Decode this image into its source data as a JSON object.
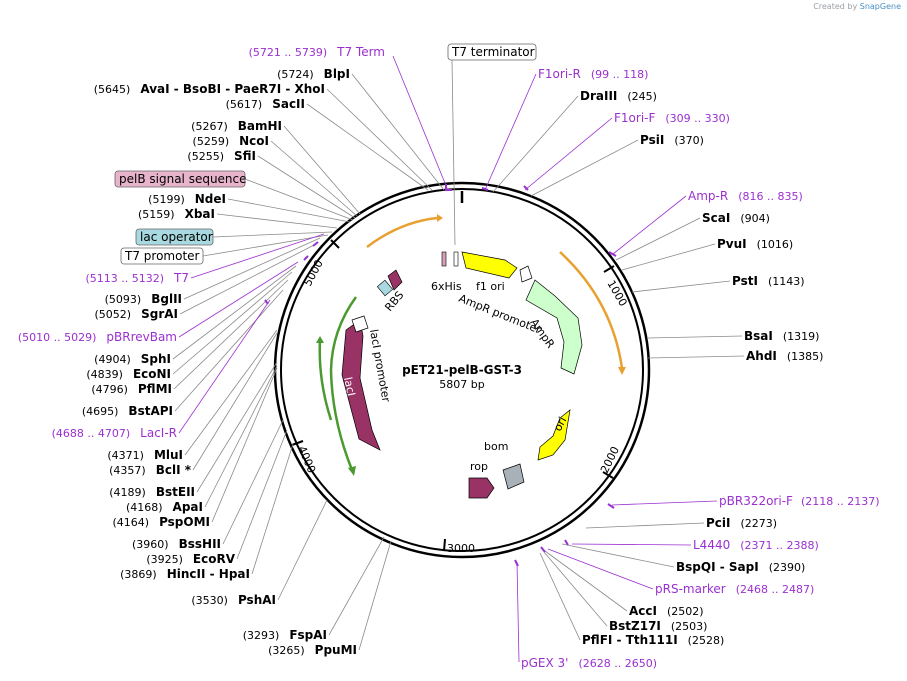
{
  "credit": {
    "prefix": "Created by",
    "brand": "SnapGene"
  },
  "plasmid": {
    "name": "pET21-pelB-GST-3",
    "size_label": "5807 bp",
    "length": 5807
  },
  "colors": {
    "primer": "#9b30d0",
    "site": "#000000",
    "leader": "#8a8a8a",
    "primer_leader": "#9b30d0",
    "backbone": "#000000"
  },
  "ticks": [
    "1000",
    "2000",
    "3000",
    "4000",
    "5000"
  ],
  "sites_right": [
    {
      "name": "DraIII",
      "pos": "(245)"
    },
    {
      "name": "PsiI",
      "pos": "(370)"
    },
    {
      "name": "ScaI",
      "pos": "(904)"
    },
    {
      "name": "PvuI",
      "pos": "(1016)"
    },
    {
      "name": "PstI",
      "pos": "(1143)"
    },
    {
      "name": "BsaI",
      "pos": "(1319)"
    },
    {
      "name": "AhdI",
      "pos": "(1385)"
    },
    {
      "name": "PciI",
      "pos": "(2273)"
    },
    {
      "name": "BspQI - SapI",
      "pos": "(2390)"
    },
    {
      "name": "AccI",
      "pos": "(2502)"
    },
    {
      "name": "BstZ17I",
      "pos": "(2503)"
    },
    {
      "name": "PflFI - Tth111I",
      "pos": "(2528)"
    }
  ],
  "primers_right": [
    {
      "name": "F1ori-R",
      "range": "(99 .. 118)"
    },
    {
      "name": "F1ori-F",
      "range": "(309 .. 330)"
    },
    {
      "name": "Amp-R",
      "range": "(816 .. 835)"
    },
    {
      "name": "pBR322ori-F",
      "range": "(2118 .. 2137)"
    },
    {
      "name": "L4440",
      "range": "(2371 .. 2388)"
    },
    {
      "name": "pRS-marker",
      "range": "(2468 .. 2487)"
    },
    {
      "name": "pGEX 3'",
      "range": "(2628 .. 2650)"
    }
  ],
  "sites_left": [
    {
      "name": "BlpI",
      "pos": "(5724)"
    },
    {
      "name": "AvaI - BsoBI - PaeR7I - XhoI",
      "pos": "(5645)"
    },
    {
      "name": "SacII",
      "pos": "(5617)"
    },
    {
      "name": "BamHI",
      "pos": "(5267)"
    },
    {
      "name": "NcoI",
      "pos": "(5259)"
    },
    {
      "name": "SfiI",
      "pos": "(5255)"
    },
    {
      "name": "NdeI",
      "pos": "(5199)"
    },
    {
      "name": "XbaI",
      "pos": "(5159)"
    },
    {
      "name": "BglII",
      "pos": "(5093)"
    },
    {
      "name": "SgrAI",
      "pos": "(5052)"
    },
    {
      "name": "SphI",
      "pos": "(4904)"
    },
    {
      "name": "EcoNI",
      "pos": "(4839)"
    },
    {
      "name": "PflMI",
      "pos": "(4796)"
    },
    {
      "name": "BstAPI",
      "pos": "(4695)"
    },
    {
      "name": "MluI",
      "pos": "(4371)"
    },
    {
      "name": "BclI *",
      "pos": "(4357)"
    },
    {
      "name": "BstEII",
      "pos": "(4189)"
    },
    {
      "name": "ApaI",
      "pos": "(4168)"
    },
    {
      "name": "PspOMI",
      "pos": "(4164)"
    },
    {
      "name": "BssHII",
      "pos": "(3960)"
    },
    {
      "name": "EcoRV",
      "pos": "(3925)"
    },
    {
      "name": "HincII - HpaI",
      "pos": "(3869)"
    },
    {
      "name": "PshAI",
      "pos": "(3530)"
    },
    {
      "name": "FspAI",
      "pos": "(3293)"
    },
    {
      "name": "PpuMI",
      "pos": "(3265)"
    }
  ],
  "primers_left": [
    {
      "name": "T7 Term",
      "range": "(5721 .. 5739)"
    },
    {
      "name": "T7",
      "range": "(5113 .. 5132)"
    },
    {
      "name": "pBRrevBam",
      "range": "(5010 .. 5029)"
    },
    {
      "name": "LacI-R",
      "range": "(4688 .. 4707)"
    }
  ],
  "boxed_labels": [
    {
      "text": "T7 terminator",
      "fill": "#ffffff"
    },
    {
      "text": "pelB signal sequence",
      "fill": "#e8b4cc"
    },
    {
      "text": "lac operator",
      "fill": "#a8d8e0"
    },
    {
      "text": "T7 promoter",
      "fill": "#ffffff"
    }
  ],
  "features": [
    {
      "name": "6xHis",
      "color": "#d8a0b8"
    },
    {
      "name": "f1 ori",
      "color": "#ffff00"
    },
    {
      "name": "AmpR promoter",
      "color": "#ffffff"
    },
    {
      "name": "AmpR",
      "color": "#ccffcc"
    },
    {
      "name": "ori",
      "color": "#ffff00"
    },
    {
      "name": "bom",
      "color": "#a8b0b8"
    },
    {
      "name": "rop",
      "color": "#993366"
    },
    {
      "name": "lacI",
      "color": "#993366"
    },
    {
      "name": "lacI promoter",
      "color": "#ffffff"
    },
    {
      "name": "RBS",
      "color": "#993366"
    }
  ]
}
